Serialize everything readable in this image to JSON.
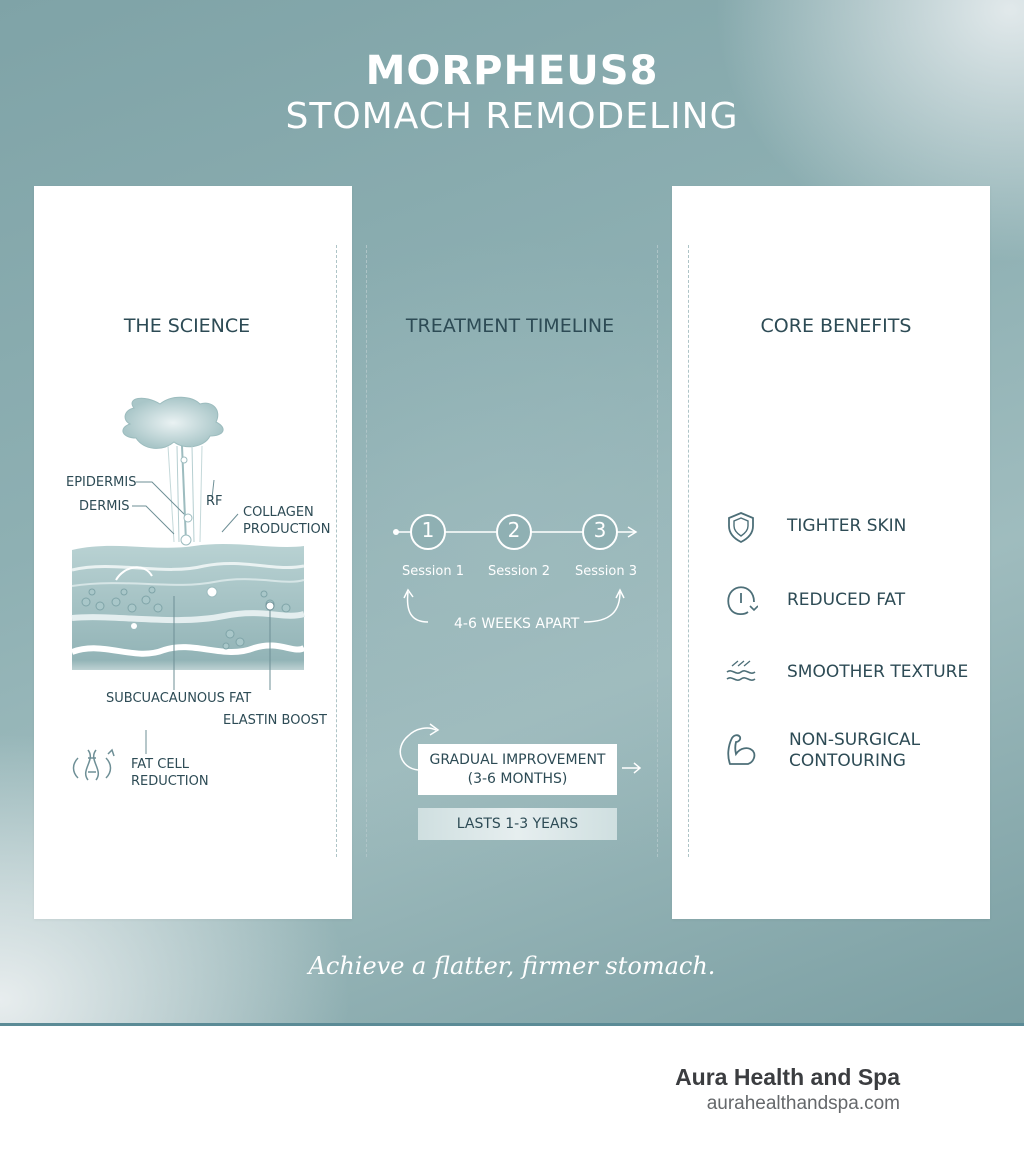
{
  "header": {
    "title": "MORPHEUS8",
    "subtitle": "STOMACH REMODELING"
  },
  "science": {
    "title": "THE SCIENCE",
    "labels": {
      "epidermis": "EPIDERMIS",
      "dermis": "DERMIS",
      "rf": "RF",
      "collagen_1": "COLLAGEN",
      "collagen_2": "PRODUCTION",
      "subcutaneous": "SUBCUACAUNOUS FAT",
      "elastin": "ELASTIN BOOST",
      "fat_cell_1": "FAT CELL",
      "fat_cell_2": "REDUCTION"
    }
  },
  "timeline": {
    "title": "TREATMENT TIMELINE",
    "sessions": [
      {
        "number": "1",
        "label": "Session 1"
      },
      {
        "number": "2",
        "label": "Session 2"
      },
      {
        "number": "3",
        "label": "Session 3"
      }
    ],
    "interval": "4-6 WEEKS APART",
    "gradual_1": "GRADUAL IMPROVEMENT",
    "gradual_2": "(3-6 MONTHS)",
    "lasts": "LASTS 1-3 YEARS"
  },
  "benefits": {
    "title": "CORE BENEFITS",
    "items": [
      {
        "icon": "shield-icon",
        "label": "TIGHTER SKIN"
      },
      {
        "icon": "clock-down-icon",
        "label": "REDUCED FAT"
      },
      {
        "icon": "wave-texture-icon",
        "label": "SMOOTHER TEXTURE"
      },
      {
        "icon": "flexed-arm-icon",
        "label_1": "NON-SURGICAL",
        "label_2": "CONTOURING"
      }
    ]
  },
  "tagline": "Achieve a flatter, firmer stomach.",
  "brand": {
    "name": "Aura Health and Spa",
    "url": "aurahealthandspa.com"
  },
  "colors": {
    "teal": "#7fa3a7",
    "ink": "#2d4b55",
    "accent_line": "#5b8b96"
  }
}
